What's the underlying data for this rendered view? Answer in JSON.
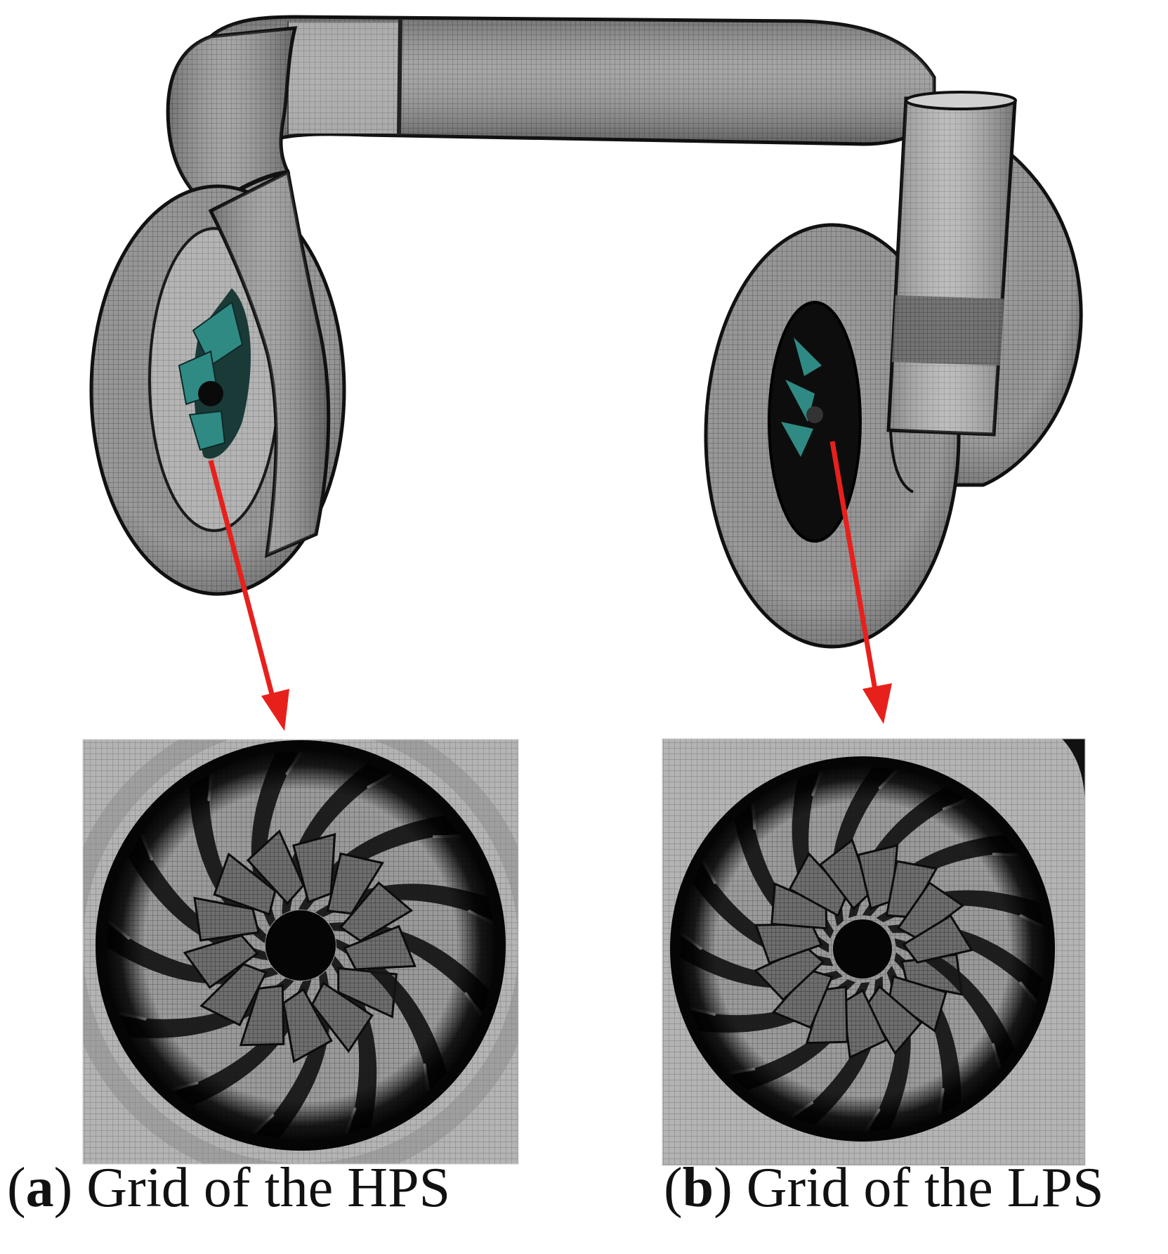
{
  "captions": {
    "a": {
      "open": "(",
      "letter": "a",
      "close": ")",
      "text": " Grid of the HPS"
    },
    "b": {
      "open": "(",
      "letter": "b",
      "close": ")",
      "text": " Grid of the LPS"
    }
  },
  "colors": {
    "mesh_surface": "#8e8e8e",
    "mesh_dark": "#1a1a1a",
    "impeller_teal": "#2f8a84",
    "arrow": "#e8201c",
    "background": "#ffffff"
  }
}
